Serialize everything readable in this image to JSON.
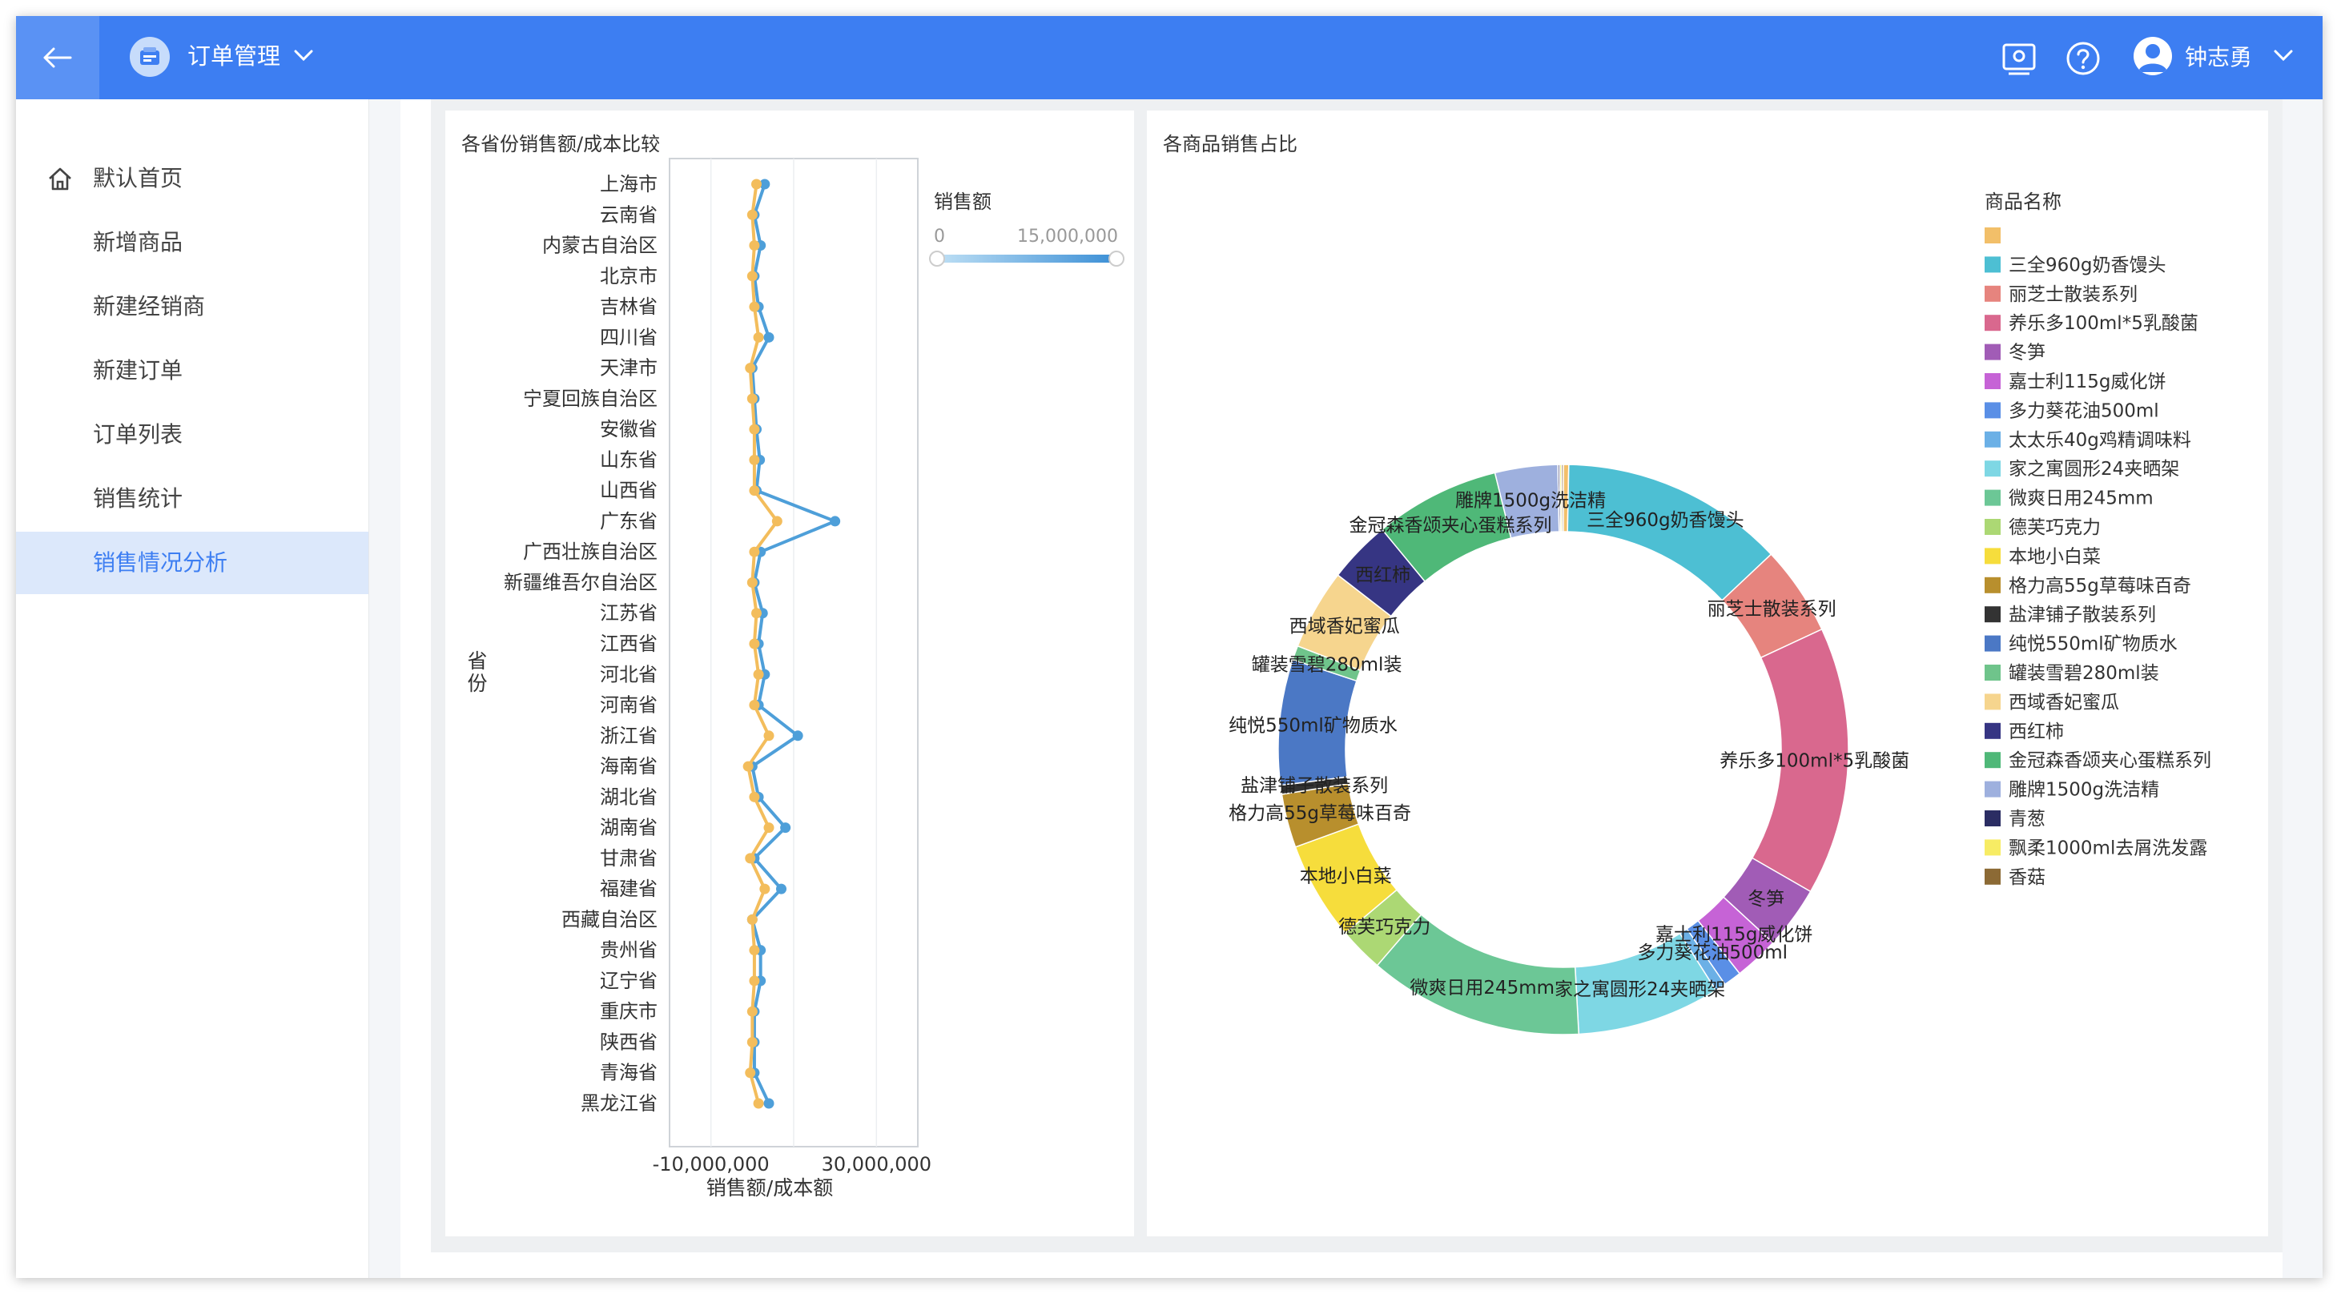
{
  "header": {
    "app_title": "订单管理",
    "user_name": "钟志勇",
    "colors": {
      "bar": "#3d7ef2",
      "accent": "#3d7ef2",
      "active_bg": "#dce8fb"
    },
    "icons": [
      "back-arrow-icon",
      "app-logo-icon",
      "chevron-down-icon",
      "screen-capture-icon",
      "help-icon",
      "user-avatar-icon"
    ]
  },
  "sidebar": {
    "items": [
      {
        "label": "默认首页",
        "icon": "home-icon",
        "active": false
      },
      {
        "label": "新增商品",
        "active": false
      },
      {
        "label": "新建经销商",
        "active": false
      },
      {
        "label": "新建订单",
        "active": false
      },
      {
        "label": "订单列表",
        "active": false
      },
      {
        "label": "销售统计",
        "active": false
      },
      {
        "label": "销售情况分析",
        "active": true
      }
    ]
  },
  "cards": {
    "left_title": "各省份销售额/成本比较",
    "right_title": "各商品销售占比"
  },
  "chart_data": [
    {
      "type": "line",
      "title": "各省份销售额/成本比较",
      "xlabel": "销售额/成本额",
      "ylabel": "省份",
      "orientation": "horizontal",
      "x_ticks": [
        "-10,000,000",
        "30,000,000"
      ],
      "xlim": [
        -20000000,
        40000000
      ],
      "categories": [
        "上海市",
        "云南省",
        "内蒙古自治区",
        "北京市",
        "吉林省",
        "四川省",
        "天津市",
        "宁夏回族自治区",
        "安徽省",
        "山东省",
        "山西省",
        "广东省",
        "广西壮族自治区",
        "新疆维吾尔自治区",
        "江苏省",
        "江西省",
        "河北省",
        "河南省",
        "浙江省",
        "海南省",
        "湖北省",
        "湖南省",
        "甘肃省",
        "福建省",
        "西藏自治区",
        "贵州省",
        "辽宁省",
        "重庆市",
        "陕西省",
        "青海省",
        "黑龙江省"
      ],
      "series": [
        {
          "color": "#4e9fd9",
          "values": [
            3000000,
            500000,
            2000000,
            500000,
            1500000,
            4000000,
            0,
            500000,
            1000000,
            1800000,
            1000000,
            20000000,
            2000000,
            500000,
            2500000,
            1500000,
            3000000,
            1500000,
            11000000,
            0,
            1500000,
            8000000,
            500000,
            7000000,
            0,
            2000000,
            2000000,
            500000,
            500000,
            500000,
            4000000
          ]
        },
        {
          "color": "#f3bd5c",
          "values": [
            1000000,
            0,
            500000,
            0,
            500000,
            1500000,
            -500000,
            0,
            500000,
            500000,
            500000,
            6000000,
            500000,
            0,
            1000000,
            500000,
            1500000,
            500000,
            4000000,
            -1000000,
            500000,
            4000000,
            -500000,
            3000000,
            0,
            500000,
            500000,
            0,
            0,
            -500000,
            1500000
          ]
        }
      ],
      "visual_map": {
        "title": "销售额",
        "min_label": "0",
        "max_label": "15,000,000",
        "range": [
          0,
          15000000
        ]
      }
    },
    {
      "type": "pie",
      "title": "各商品销售占比",
      "legend_title": "商品名称",
      "legend_position": "right",
      "items": [
        {
          "name": "",
          "value": 0.3,
          "color": "#f2bf69",
          "label": ""
        },
        {
          "name": "三全960g奶香馒头",
          "value": 12.5,
          "color": "#4dbfd3",
          "label": "三全960g奶香馒头"
        },
        {
          "name": "丽芝士散装系列",
          "value": 5.0,
          "color": "#e6847e",
          "label": "丽芝士散装系列"
        },
        {
          "name": "养乐多100ml*5乳酸菌",
          "value": 15.0,
          "color": "#d9688e",
          "label": "养乐多100ml*5乳酸菌"
        },
        {
          "name": "冬笋",
          "value": 3.5,
          "color": "#a15cb6",
          "label": "冬笋"
        },
        {
          "name": "嘉士利115g威化饼",
          "value": 2.5,
          "color": "#c663d6",
          "label": "嘉士利115g威化饼"
        },
        {
          "name": "多力葵花油500ml",
          "value": 1.0,
          "color": "#5a8fe6",
          "label": "多力葵花油500ml"
        },
        {
          "name": "太太乐40g鸡精调味料",
          "value": 0.6,
          "color": "#6bb0e6",
          "label": ""
        },
        {
          "name": "家之寓圆形24夹晒架",
          "value": 8.0,
          "color": "#7ed7e4",
          "label": "家之寓圆形24夹晒架"
        },
        {
          "name": "微爽日用245mm",
          "value": 12.0,
          "color": "#6cc796",
          "label": "微爽日用245mm"
        },
        {
          "name": "德芙巧克力",
          "value": 2.5,
          "color": "#acd874",
          "label": "德芙巧克力"
        },
        {
          "name": "本地小白菜",
          "value": 5.5,
          "color": "#f6dd3c",
          "label": "本地小白菜"
        },
        {
          "name": "格力高55g草莓味百奇",
          "value": 3.0,
          "color": "#b88f2d",
          "label": "格力高55g草莓味百奇"
        },
        {
          "name": "盐津铺子散装系列",
          "value": 0.5,
          "color": "#333333",
          "label": "盐津铺子散装系列"
        },
        {
          "name": "纯悦550ml矿物质水",
          "value": 7.0,
          "color": "#4b78c5",
          "label": "纯悦550ml矿物质水"
        },
        {
          "name": "罐装雪碧280ml装",
          "value": 0.8,
          "color": "#6fc48b",
          "label": "罐装雪碧280ml装"
        },
        {
          "name": "西域香妃蜜瓜",
          "value": 4.5,
          "color": "#f6d58e",
          "label": "西域香妃蜜瓜"
        },
        {
          "name": "西红柿",
          "value": 3.5,
          "color": "#363583",
          "label": "西红柿"
        },
        {
          "name": "金冠森香颂夹心蛋糕系列",
          "value": 7.0,
          "color": "#4fb878",
          "label": "金冠森香颂夹心蛋糕系列"
        },
        {
          "name": "雕牌1500g洗洁精",
          "value": 3.5,
          "color": "#9eb0de",
          "label": "雕牌1500g洗洁精"
        },
        {
          "name": "青葱",
          "value": 0.1,
          "color": "#2b2d63",
          "label": ""
        },
        {
          "name": "飘柔1000ml去屑洗发露",
          "value": 0.1,
          "color": "#f7ec64",
          "label": ""
        },
        {
          "name": "香菇",
          "value": 0.1,
          "color": "#8c6a35",
          "label": ""
        }
      ]
    }
  ]
}
